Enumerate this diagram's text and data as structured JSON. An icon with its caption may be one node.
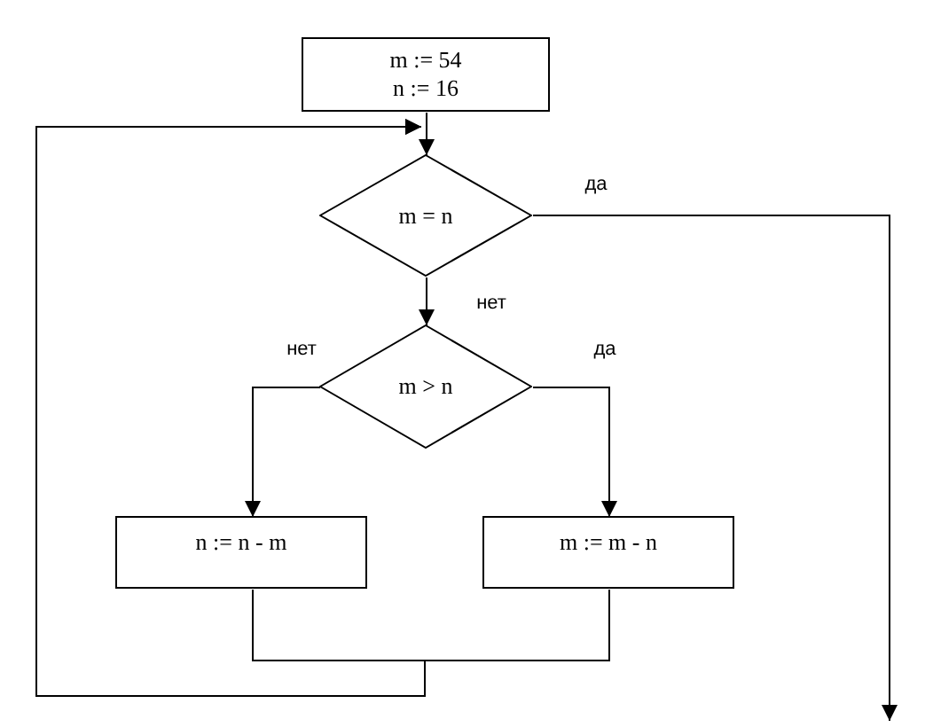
{
  "diagram": {
    "nodes": [
      {
        "text": [
          "m := 54",
          "n := 16"
        ]
      },
      {
        "text": [
          "m = n"
        ]
      },
      {
        "text": [
          "m > n"
        ]
      },
      {
        "text": [
          "n := n - m"
        ]
      },
      {
        "text": [
          "m := m - n"
        ]
      }
    ],
    "edges": [
      {
        "from": 0,
        "to": 1,
        "arrow": "to"
      },
      {
        "from": 1,
        "to": null,
        "arrow": "to",
        "label": "да"
      },
      {
        "from": 1,
        "to": 2,
        "arrow": "to",
        "label": "нет"
      },
      {
        "from": 2,
        "to": 3,
        "arrow": "to",
        "label": "нет"
      },
      {
        "from": 2,
        "to": 4,
        "arrow": "to",
        "label": "да"
      },
      {
        "from": 3,
        "to": 1,
        "arrow": "to"
      },
      {
        "from": 4,
        "to": 1,
        "arrow": "to"
      }
    ]
  }
}
